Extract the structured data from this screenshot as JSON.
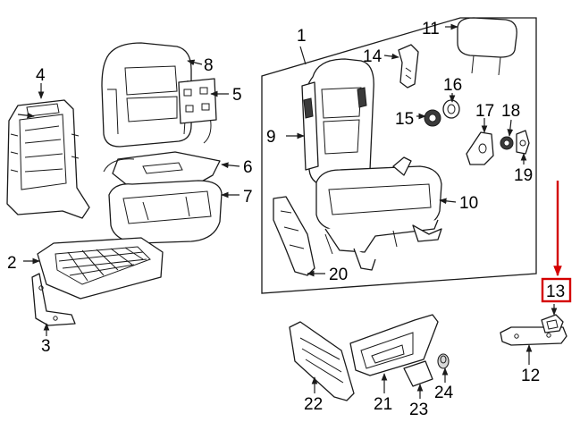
{
  "callouts": {
    "c1": "1",
    "c2": "2",
    "c3": "3",
    "c4": "4",
    "c5": "5",
    "c6": "6",
    "c7": "7",
    "c8": "8",
    "c9": "9",
    "c10": "10",
    "c11": "11",
    "c12": "12",
    "c13": "13",
    "c14": "14",
    "c15": "15",
    "c16": "16",
    "c17": "17",
    "c18": "18",
    "c19": "19",
    "c20": "20",
    "c21": "21",
    "c22": "22",
    "c23": "23",
    "c24": "24"
  },
  "highlight": {
    "callout": "13",
    "color": "#d40000"
  }
}
